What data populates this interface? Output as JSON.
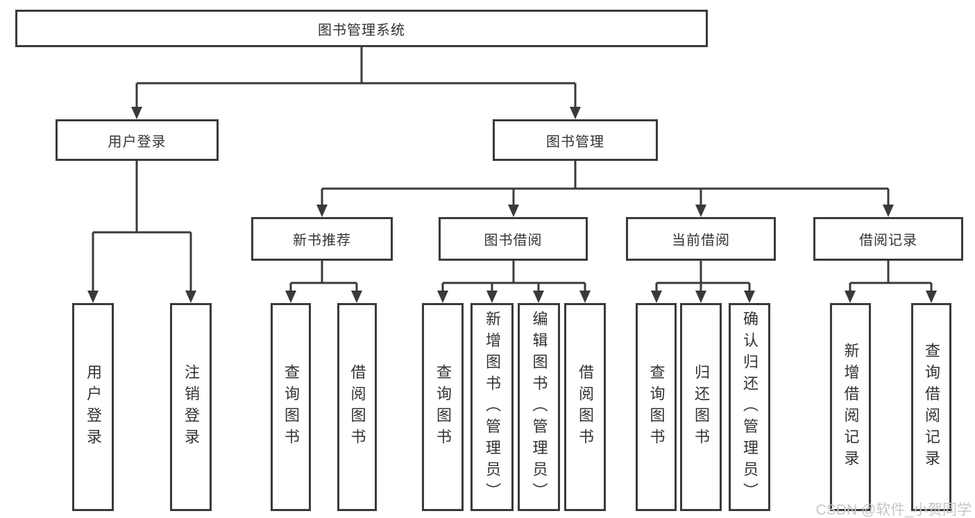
{
  "diagram": {
    "root": "图书管理系统",
    "branches": [
      {
        "label": "用户登录",
        "leaves": [
          "用户登录",
          "注销登录"
        ]
      },
      {
        "label": "图书管理",
        "sections": [
          {
            "label": "新书推荐",
            "leaves": [
              "查询图书",
              "借阅图书"
            ]
          },
          {
            "label": "图书借阅",
            "leaves": [
              "查询图书",
              "新增图书（管理员）",
              "编辑图书（管理员）",
              "借阅图书"
            ]
          },
          {
            "label": "当前借阅",
            "leaves": [
              "查询图书",
              "归还图书",
              "确认归还（管理员）"
            ]
          },
          {
            "label": "借阅记录",
            "leaves": [
              "新增借阅记录",
              "查询借阅记录"
            ]
          }
        ]
      }
    ]
  },
  "watermark": {
    "text": "CSDN @软件_小贺同学"
  },
  "colors": {
    "line": "#3a3a3a",
    "box_border": "#3a3a3a",
    "text": "#333333",
    "watermark": "#c6c6c6",
    "background": "#ffffff"
  }
}
